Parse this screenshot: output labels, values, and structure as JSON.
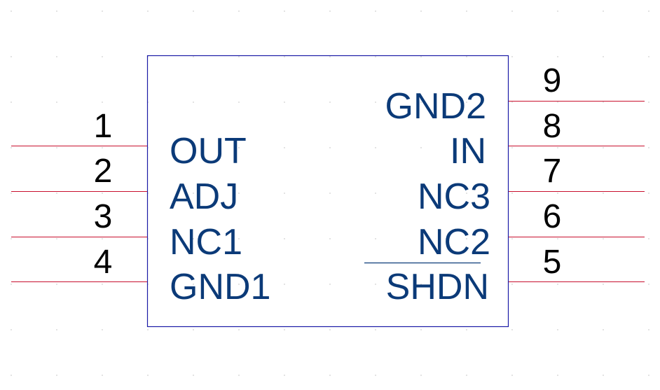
{
  "symbol": {
    "left_pins": [
      {
        "number": "1",
        "name": "OUT"
      },
      {
        "number": "2",
        "name": "ADJ"
      },
      {
        "number": "3",
        "name": "NC1"
      },
      {
        "number": "4",
        "name": "GND1"
      }
    ],
    "right_pins": [
      {
        "number": "9",
        "name": "GND2"
      },
      {
        "number": "8",
        "name": "IN"
      },
      {
        "number": "7",
        "name": "NC3"
      },
      {
        "number": "6",
        "name": "NC2"
      },
      {
        "number": "5",
        "name": "SHDN",
        "active_low": true
      }
    ]
  },
  "colors": {
    "pin_line": "#c8102e",
    "body_outline": "#1a1aa6",
    "pin_name": "#0b3a78",
    "pin_number": "#000000",
    "background": "#ffffff"
  }
}
